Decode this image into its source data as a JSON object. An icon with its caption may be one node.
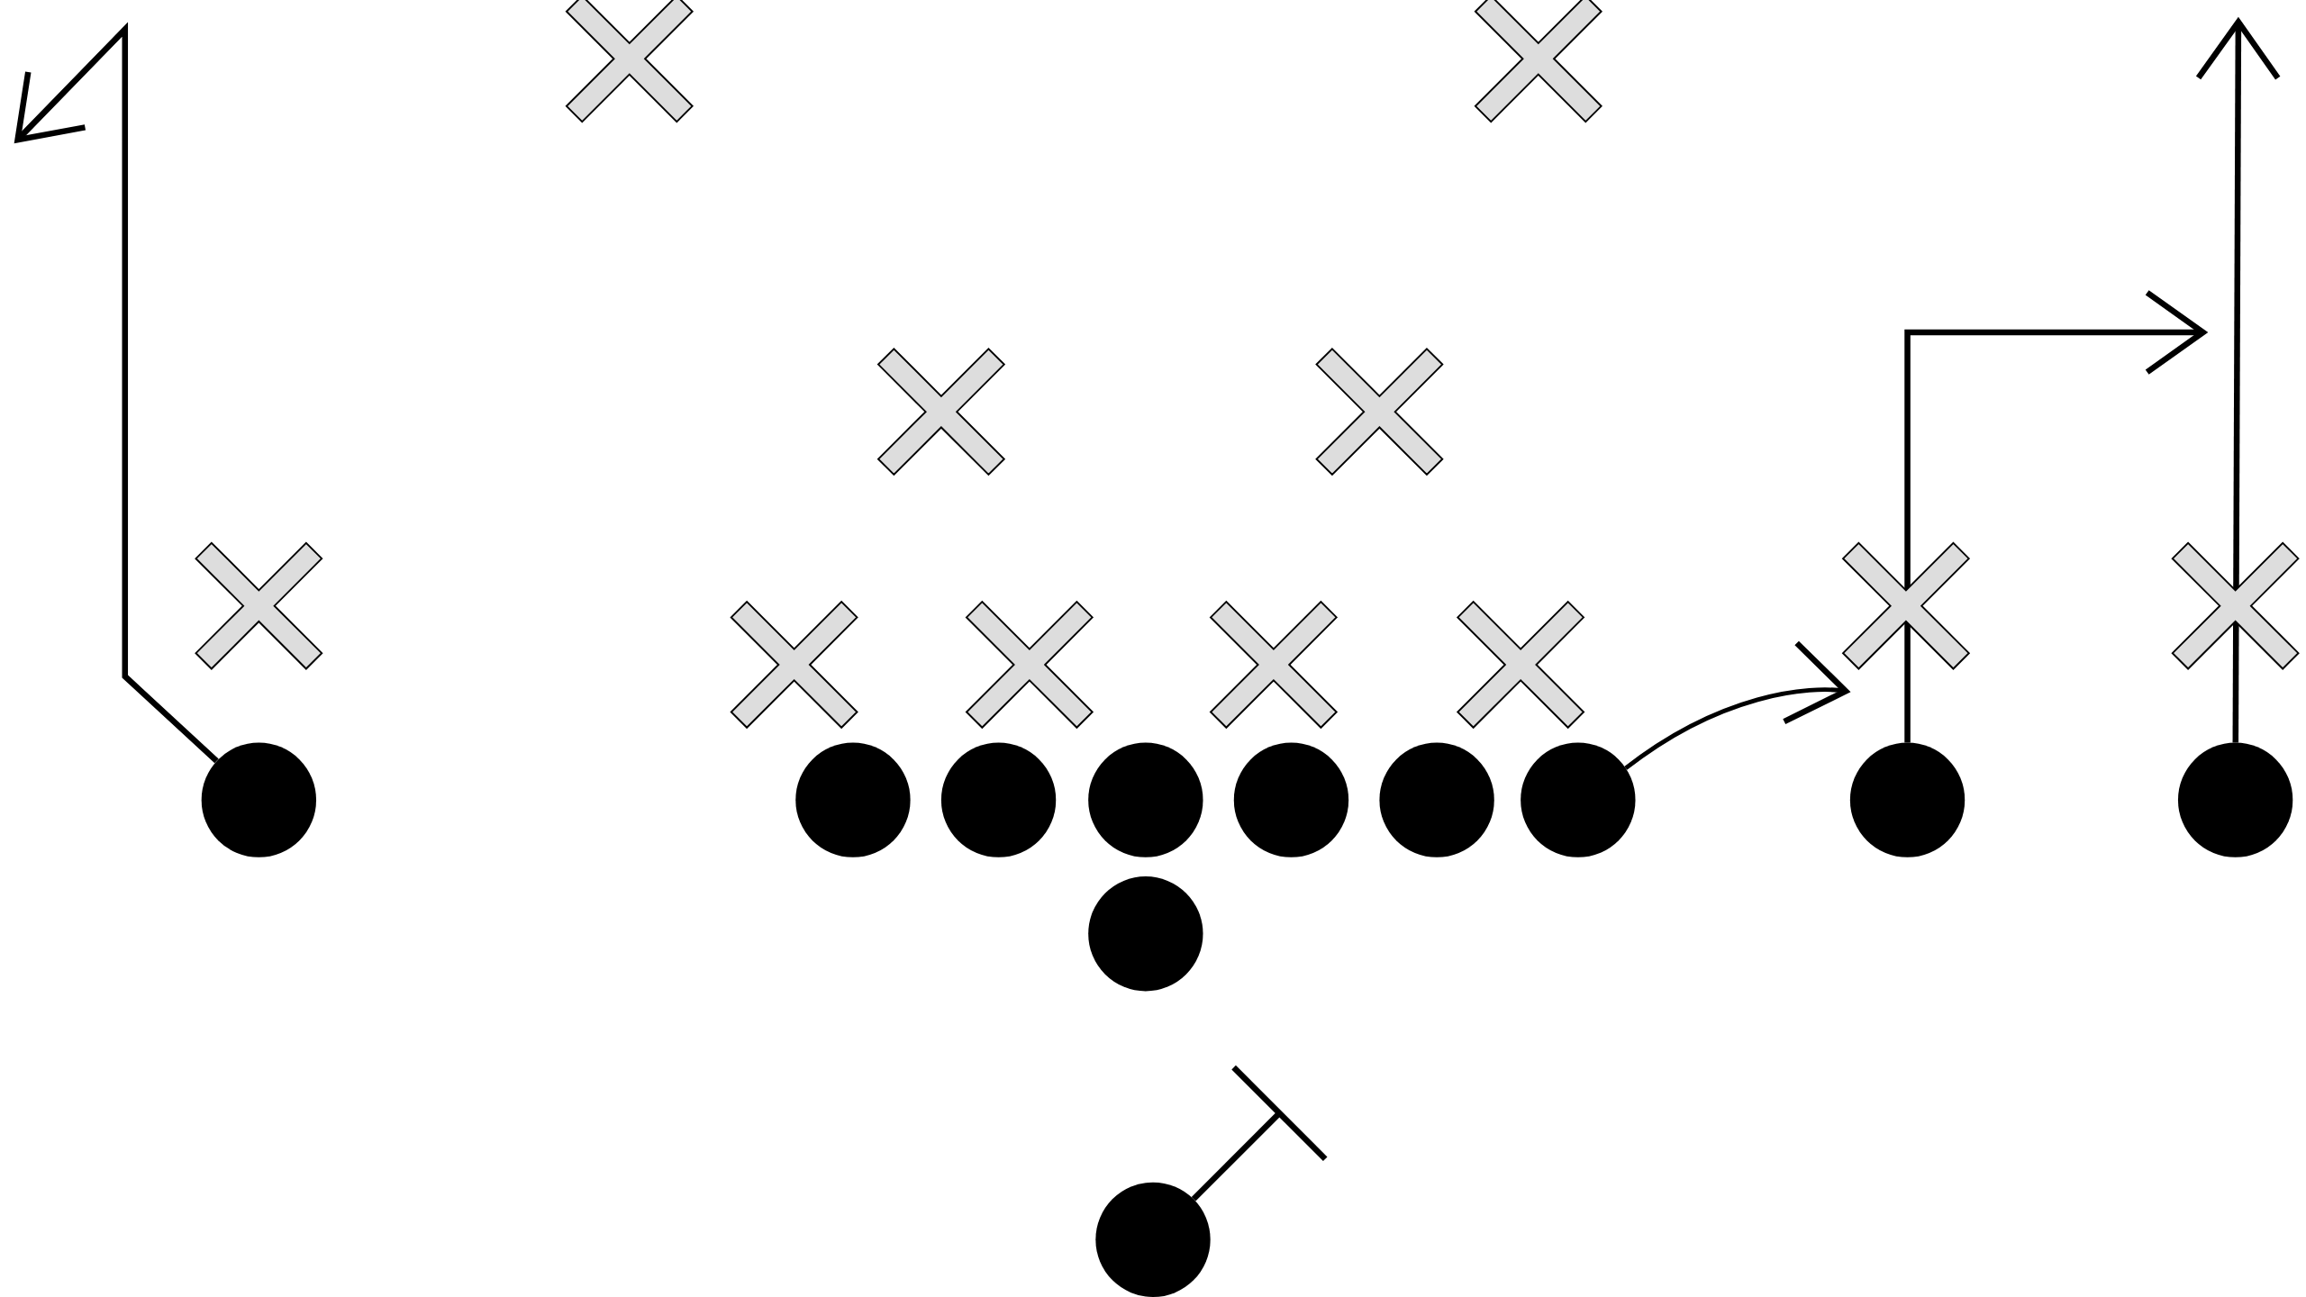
{
  "diagram": {
    "nodes": [
      {
        "text": [],
        "shape": "cross"
      },
      {
        "text": [],
        "shape": "cross"
      },
      {
        "text": [],
        "shape": "cross"
      },
      {
        "text": [],
        "shape": "cross"
      },
      {
        "text": [],
        "shape": "cross"
      },
      {
        "text": [],
        "shape": "cross"
      },
      {
        "text": [],
        "shape": "cross"
      },
      {
        "text": [],
        "shape": "cross"
      },
      {
        "text": [],
        "shape": "cross"
      },
      {
        "text": [],
        "shape": "cross"
      },
      {
        "text": [],
        "shape": "cross"
      },
      {
        "text": [],
        "shape": "circle"
      },
      {
        "text": [],
        "shape": "circle"
      },
      {
        "text": [],
        "shape": "circle"
      },
      {
        "text": [],
        "shape": "circle"
      },
      {
        "text": [],
        "shape": "circle"
      },
      {
        "text": [],
        "shape": "circle"
      },
      {
        "text": [],
        "shape": "circle"
      },
      {
        "text": [],
        "shape": "circle"
      },
      {
        "text": [],
        "shape": "circle"
      },
      {
        "text": [],
        "shape": "circle"
      },
      {
        "text": [],
        "shape": "circle"
      }
    ],
    "edges": [
      {
        "from": 11,
        "to": null,
        "arrow": "to"
      },
      {
        "from": 17,
        "to": 5,
        "arrow": "to"
      },
      {
        "from": 18,
        "to": null,
        "arrow": "to"
      },
      {
        "from": 19,
        "to": null,
        "arrow": "to"
      },
      {
        "from": 21,
        "to": null,
        "arrow": "other"
      }
    ]
  }
}
